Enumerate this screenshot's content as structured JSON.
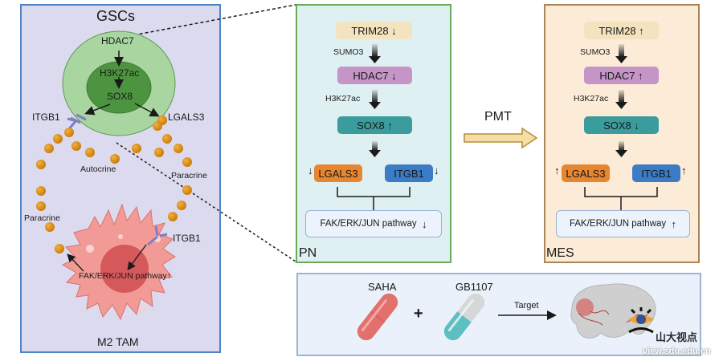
{
  "left_panel": {
    "title": "GSCs",
    "cell_chain": [
      "HDAC7",
      "H3K27ac",
      "SOX8"
    ],
    "itgb1_top": "ITGB1",
    "lgals3": "LGALS3",
    "autocrine": "Autocrine",
    "paracrine_right": "Paracrine",
    "paracrine_left": "Paracrine",
    "itgb1_bottom": "ITGB1",
    "tam_pathway": "FAK/ERK/JUN pathway",
    "tam_pathway_arrow": "↑",
    "tam_label": "M2 TAM"
  },
  "pn_panel": {
    "label": "PN",
    "trim28": {
      "text": "TRIM28",
      "arrow": "↓"
    },
    "sumo3": "SUMO3",
    "hdac7": {
      "text": "HDAC7",
      "arrow": "↓"
    },
    "h3k27ac": "H3K27ac",
    "sox8": {
      "text": "SOX8",
      "arrow": "↑"
    },
    "lgals3": {
      "text": "LGALS3",
      "arrow": "↓"
    },
    "itgb1": {
      "text": "ITGB1",
      "arrow": "↓"
    },
    "pathway": {
      "text": "FAK/ERK/JUN pathway",
      "arrow": "↓"
    }
  },
  "transition": {
    "label": "PMT"
  },
  "mes_panel": {
    "label": "MES",
    "trim28": {
      "text": "TRIM28",
      "arrow": "↑"
    },
    "sumo3": "SUMO3",
    "hdac7": {
      "text": "HDAC7",
      "arrow": "↑"
    },
    "h3k27ac": "H3K27ac",
    "sox8": {
      "text": "SOX8",
      "arrow": "↓"
    },
    "lgals3": {
      "text": "LGALS3",
      "arrow": "↑"
    },
    "itgb1": {
      "text": "ITGB1",
      "arrow": "↑"
    },
    "pathway": {
      "text": "FAK/ERK/JUN pathway",
      "arrow": "↑"
    }
  },
  "drug_panel": {
    "drug1": "SAHA",
    "plus": "+",
    "drug2": "GB1107",
    "target": "Target"
  },
  "watermark": {
    "cn": "山大视点",
    "url": "view.sdu.edu.cn"
  },
  "colors": {
    "trim28": "#f3e3bf",
    "hdac7": "#c595c8",
    "sox8": "#3a9c9c",
    "lgals3": "#e8852f",
    "itgb1": "#3b7cc6",
    "ligand": "#d98a10",
    "tam": "#f08a88"
  }
}
